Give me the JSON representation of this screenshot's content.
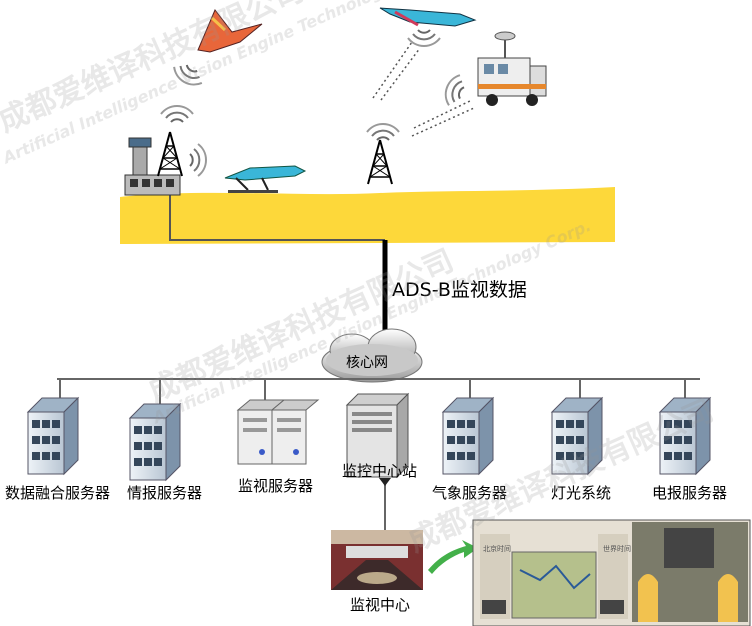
{
  "labels": {
    "link": "ADS-B监视数据",
    "core": "核心网",
    "srv_fusion": "数据融合服务器",
    "srv_intel": "情报服务器",
    "srv_monitor": "监视服务器",
    "station": "监控中心站",
    "srv_weather": "气象服务器",
    "srv_lighting": "灯光系统",
    "srv_telegraph": "电报服务器",
    "center": "监视中心"
  },
  "screen_labels": {
    "left": "北京时间",
    "right": "世界时间"
  },
  "watermark": {
    "cn": "成都爱维译科技有限公司",
    "en": "Artificial Intelligence Vision Engine Technology Corp."
  },
  "colors": {
    "ground": "#fdd83a",
    "line": "#666666",
    "trunk": "#000000",
    "server_face": "#dce6ee",
    "arrow": "#43b04a"
  }
}
